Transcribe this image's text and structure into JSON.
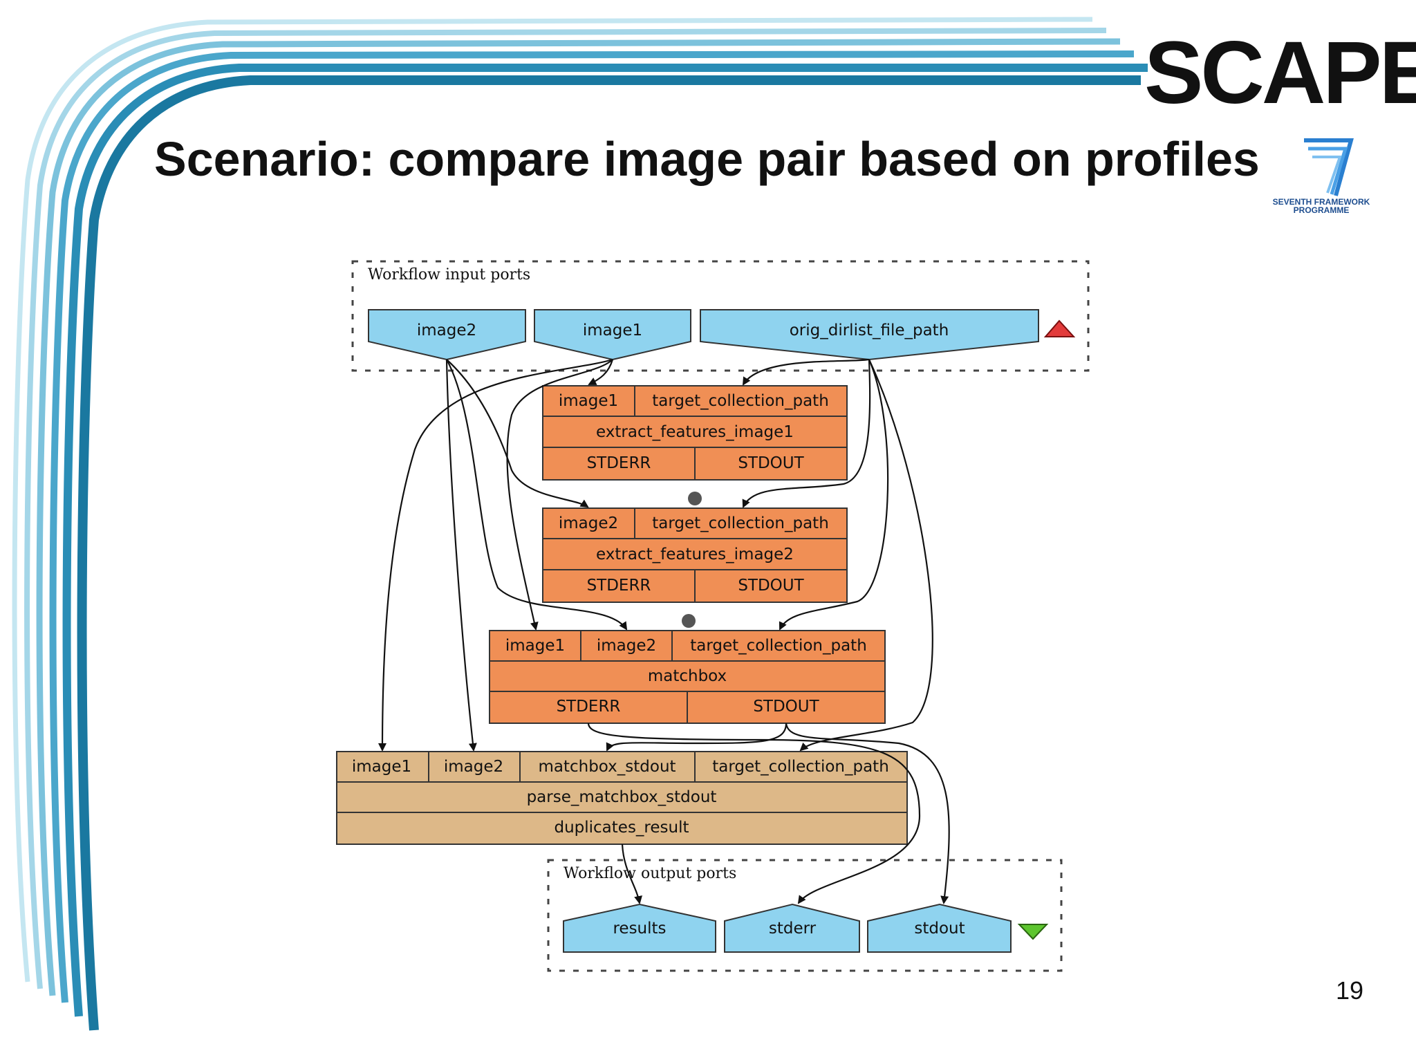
{
  "slide": {
    "title": "Scenario: compare image pair based on profiles",
    "brand": "SCAPE",
    "fp7_line1": "SEVENTH FRAMEWORK",
    "fp7_line2": "PROGRAMME",
    "page_number": "19"
  },
  "colors": {
    "stripe_dark": "#1a7fa5",
    "stripe_light": "#9fd4e6",
    "input_port": "#8fd3ef",
    "processor": "#f08f55",
    "output_processor": "#ddb888",
    "collapse_triangle": "#e23b3b",
    "expand_triangle": "#5dc52e"
  },
  "workflow": {
    "input_group_label": "Workflow input ports",
    "output_group_label": "Workflow output ports",
    "input_ports": [
      "image2",
      "image1",
      "orig_dirlist_file_path"
    ],
    "output_ports": [
      "results",
      "stderr",
      "stdout"
    ],
    "processors": [
      {
        "name": "extract_features_image1",
        "inputs": [
          "image1",
          "target_collection_path"
        ],
        "outputs": [
          "STDERR",
          "STDOUT"
        ]
      },
      {
        "name": "extract_features_image2",
        "inputs": [
          "image2",
          "target_collection_path"
        ],
        "outputs": [
          "STDERR",
          "STDOUT"
        ]
      },
      {
        "name": "matchbox",
        "inputs": [
          "image1",
          "image2",
          "target_collection_path"
        ],
        "outputs": [
          "STDERR",
          "STDOUT"
        ]
      },
      {
        "name": "parse_matchbox_stdout",
        "inputs": [
          "image1",
          "image2",
          "matchbox_stdout",
          "target_collection_path"
        ],
        "outputs": [
          "duplicates_result"
        ]
      }
    ]
  }
}
